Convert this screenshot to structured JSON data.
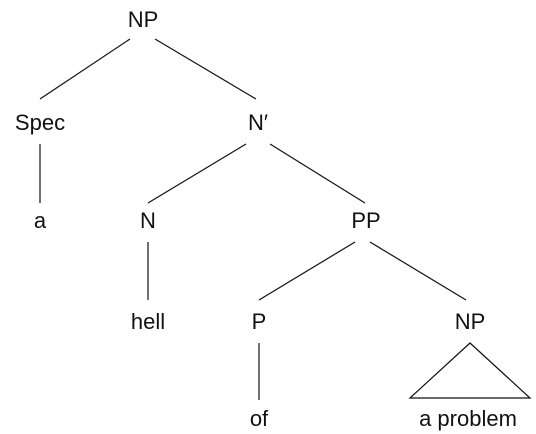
{
  "tree": {
    "nodes": {
      "np_root": "NP",
      "spec": "Spec",
      "n_bar": "N′",
      "det_a": "a",
      "n": "N",
      "pp": "PP",
      "hell": "hell",
      "p": "P",
      "np_obj": "NP",
      "of": "of",
      "a_problem": "a problem"
    }
  }
}
